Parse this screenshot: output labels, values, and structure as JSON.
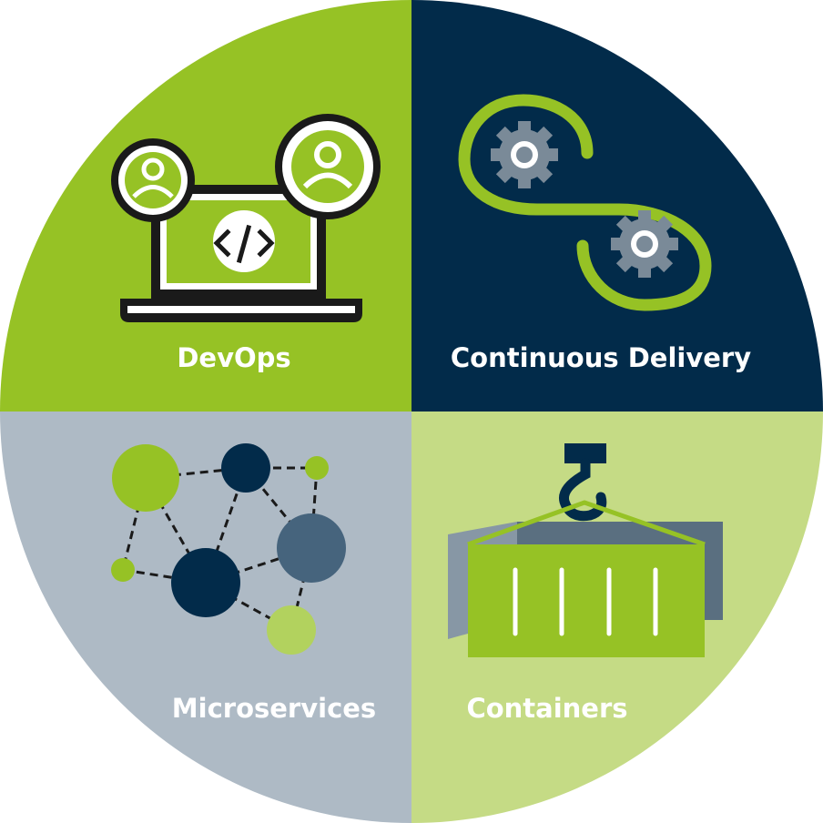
{
  "quadrants": [
    {
      "label": "DevOps",
      "color": "#96c225",
      "icon": "laptop-with-users-icon"
    },
    {
      "label": "Continuous Delivery",
      "color": "#022b4a",
      "icon": "infinity-loop-gears-icon"
    },
    {
      "label": "Microservices",
      "color": "#aebac5",
      "icon": "network-nodes-icon"
    },
    {
      "label": "Containers",
      "color": "#c5db85",
      "icon": "crane-container-icon"
    }
  ],
  "palette": {
    "green": "#96c225",
    "light_green": "#b2d25e",
    "navy": "#022b4a",
    "slate": "#46647d",
    "gray": "#aebac5",
    "dark_text": "#1a1a1a",
    "gear": "#7a8a98",
    "container_back": "#5a6f80",
    "container_side": "#8797a5"
  }
}
